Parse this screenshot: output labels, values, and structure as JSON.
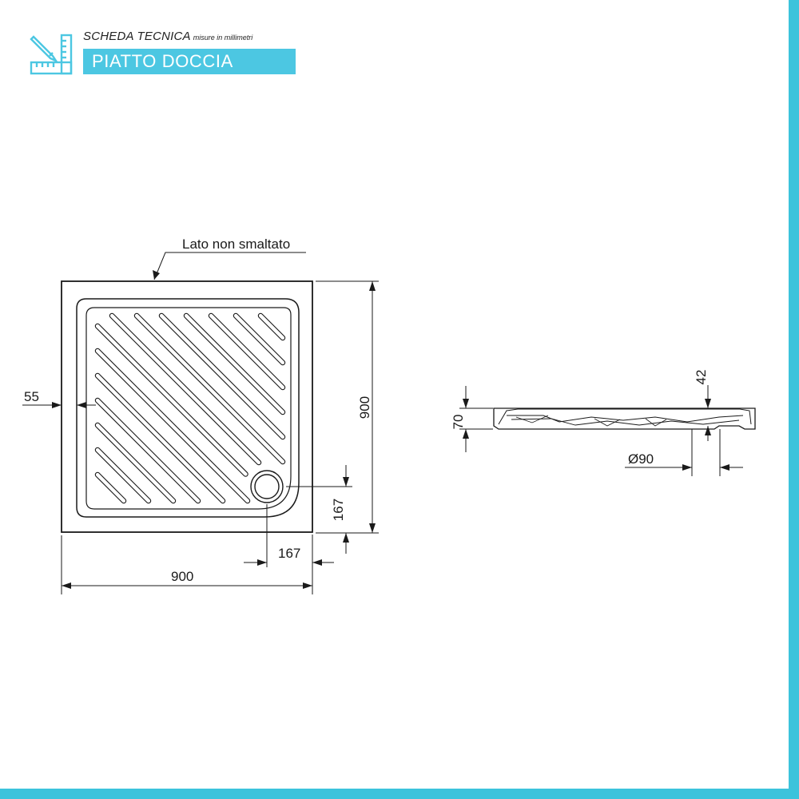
{
  "header": {
    "title": "SCHEDA TECNICA",
    "subtitle": "misure in millimetri",
    "product": "PIATTO DOCCIA"
  },
  "plan_view": {
    "label_unglazed_side": "Lato non smaltato",
    "dim_width": "900",
    "dim_depth": "900",
    "dim_rim": "55",
    "dim_drain_x": "167",
    "dim_drain_y": "167"
  },
  "side_view": {
    "dim_height": "70",
    "dim_depth_drain": "42",
    "dim_drain_diameter": "Ø90"
  },
  "colors": {
    "accent": "#4cc7e2",
    "frame": "#3cc3dc",
    "line": "#1a1a1a"
  },
  "icons": [
    "ruler-pencil-icon"
  ]
}
